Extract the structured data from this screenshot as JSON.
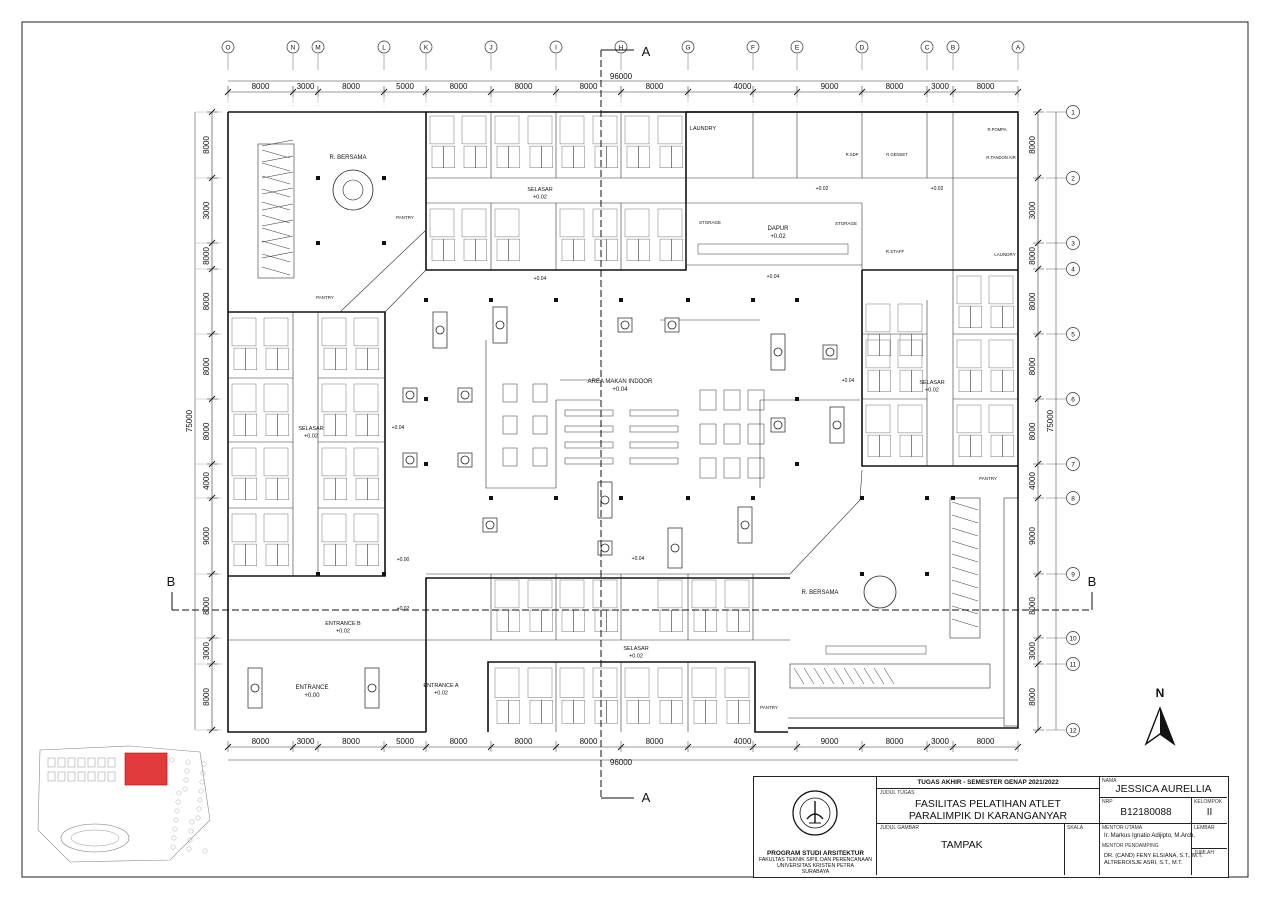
{
  "grid": {
    "top_labels": [
      "O",
      "N",
      "M",
      "L",
      "K",
      "J",
      "I",
      "H",
      "G",
      "F",
      "E",
      "D",
      "C",
      "B",
      "A"
    ],
    "side_labels": [
      "1",
      "2",
      "3",
      "4",
      "5",
      "6",
      "7",
      "8",
      "9",
      "10",
      "11",
      "12"
    ],
    "top_dims": [
      "8000",
      "3000",
      "8000",
      "5000",
      "8000",
      "8000",
      "8000",
      "8000",
      "4000",
      "9000",
      "8000",
      "3000",
      "8000"
    ],
    "bottom_dims": [
      "8000",
      "3000",
      "8000",
      "5000",
      "8000",
      "8000",
      "8000",
      "8000",
      "4000",
      "9000",
      "8000",
      "3000",
      "8000"
    ],
    "side_dims": [
      "8000",
      "3000",
      "8000",
      "8000",
      "8000",
      "8000",
      "4000",
      "9000",
      "8000",
      "3000",
      "8000"
    ],
    "total_width": "96000",
    "total_height": "75000",
    "section_a": "A",
    "section_b": "B"
  },
  "rooms": [
    {
      "id": "r-bersama-1",
      "lines": [
        "R. BERSAMA"
      ]
    },
    {
      "id": "selasar-top",
      "lines": [
        "SELASAR",
        "+0.02"
      ]
    },
    {
      "id": "laundry-top",
      "lines": [
        "LAUNDRY"
      ]
    },
    {
      "id": "pantry-1",
      "lines": [
        "PANTRY"
      ]
    },
    {
      "id": "pantry-2",
      "lines": [
        "PANTRY"
      ]
    },
    {
      "id": "storage-1",
      "lines": [
        "STORAGE"
      ]
    },
    {
      "id": "dapur",
      "lines": [
        "DAPUR",
        "+0.02"
      ]
    },
    {
      "id": "storage-2",
      "lines": [
        "STORAGE"
      ]
    },
    {
      "id": "r-staff",
      "lines": [
        "R.STAFF"
      ]
    },
    {
      "id": "r-sdp",
      "lines": [
        "R.SDP"
      ]
    },
    {
      "id": "r-genset",
      "lines": [
        "R.GENSET"
      ]
    },
    {
      "id": "r-pompa",
      "lines": [
        "R.POMPA"
      ]
    },
    {
      "id": "r-tandon",
      "lines": [
        "R.TANDON AIR"
      ]
    },
    {
      "id": "laundry-right",
      "lines": [
        "LAUNDRY"
      ]
    },
    {
      "id": "lvl-1",
      "lines": [
        "+0.02"
      ]
    },
    {
      "id": "lvl-2",
      "lines": [
        "+0.02"
      ]
    },
    {
      "id": "lvl-3",
      "lines": [
        "+0.04"
      ]
    },
    {
      "id": "lvl-4",
      "lines": [
        "+0.04"
      ]
    },
    {
      "id": "area-makan",
      "lines": [
        "AREA MAKAN INDOOR",
        "+0.04"
      ]
    },
    {
      "id": "selasar-left",
      "lines": [
        "SELASAR",
        "+0.02"
      ]
    },
    {
      "id": "lvl-5",
      "lines": [
        "+0.04"
      ]
    },
    {
      "id": "lvl-6",
      "lines": [
        "+0.04"
      ]
    },
    {
      "id": "selasar-right",
      "lines": [
        "SELASAR",
        "+0.02"
      ]
    },
    {
      "id": "pantry-3",
      "lines": [
        "PANTRY"
      ]
    },
    {
      "id": "lvl-7",
      "lines": [
        "+0.00"
      ]
    },
    {
      "id": "lvl-8",
      "lines": [
        "+0.04"
      ]
    },
    {
      "id": "lvl-9",
      "lines": [
        "+0.02"
      ]
    },
    {
      "id": "entrance-b",
      "lines": [
        "ENTRANCE B",
        "+0.02"
      ]
    },
    {
      "id": "entrance",
      "lines": [
        "ENTRANCE",
        "+0.00"
      ]
    },
    {
      "id": "entrance-a",
      "lines": [
        "ENTRANCE A",
        "+0.02"
      ]
    },
    {
      "id": "r-bersama-2",
      "lines": [
        "R. BERSAMA"
      ]
    },
    {
      "id": "selasar-bottom",
      "lines": [
        "SELASAR",
        "+0.02"
      ]
    },
    {
      "id": "pantry-4",
      "lines": [
        "PANTRY"
      ]
    }
  ],
  "north_label": "N",
  "title_block": {
    "program": "PROGRAM STUDI ARSITEKTUR",
    "faculty": "FAKULTAS TEKNIK SIPIL DAN PERENCANAAN",
    "university": "UNIVERSITAS KRISTEN PETRA",
    "city": "SURABAYA",
    "semester": "TUGAS AKHIR - SEMESTER GENAP 2021/2022",
    "judul_tugas_label": "JUDUL TUGAS",
    "project_title_1": "FASILITAS PELATIHAN ATLET",
    "project_title_2": "PARALIMPIK DI KARANGANYAR",
    "judul_gambar_label": "JUDUL GAMBAR",
    "skala_label": "SKALA",
    "drawing_title": "TAMPAK",
    "nama_label": "NAMA",
    "student_name": "JESSICA AURELLIA",
    "nrp_label": "NRP",
    "nrp": "B12180088",
    "kelompok_label": "KELOMPOK",
    "kelompok": "II",
    "mentor_utama_label": "MENTOR UTAMA",
    "mentor_utama": "Ir. Markus Ignatio Adijipto, M.Arch.",
    "mentor_pendamping_label": "MENTOR PENDAMPING",
    "mentor_pendamping_1": "DR.    (CAND) FENY ELSIANA, S.T., M.T.",
    "mentor_pendamping_2": "ALTREROISJE ASRI, S.T., M.T.",
    "lembar_label": "LEMBAR",
    "jumlah_label": "JUMLAH"
  }
}
